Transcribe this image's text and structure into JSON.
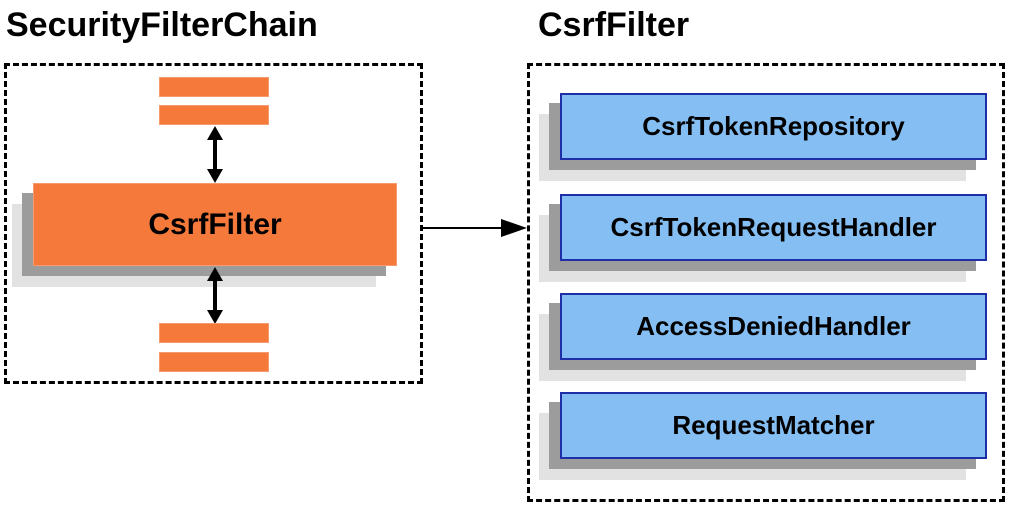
{
  "colors": {
    "orange": "#F4793B",
    "orange_border": "#F79B6E",
    "blue": "#85BEF2",
    "blue_border": "#1F2FA8",
    "shadow_dark": "#9C9C9C",
    "shadow_light": "#E2E2E2",
    "text": "#000000",
    "line": "#000000",
    "background": "#FFFFFF"
  },
  "left_panel": {
    "title": "SecurityFilterChain",
    "filter_label": "CsrfFilter"
  },
  "right_panel": {
    "title": "CsrfFilter",
    "components": [
      {
        "label": "CsrfTokenRepository"
      },
      {
        "label": "CsrfTokenRequestHandler"
      },
      {
        "label": "AccessDeniedHandler"
      },
      {
        "label": "RequestMatcher"
      }
    ]
  }
}
